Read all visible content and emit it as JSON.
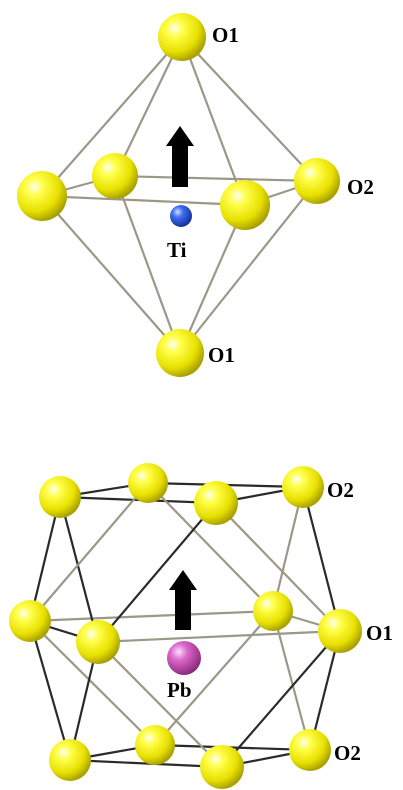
{
  "colors": {
    "oxygen": "#ffff2e",
    "titanium": "#2b5ae8",
    "lead": "#d35ac4",
    "bond_light": "#9c9888",
    "bond_dark": "#2a2a2a",
    "arrow": "#000000"
  },
  "octahedron": {
    "labels": {
      "o1_top": "O1",
      "o2": "O2",
      "ti": "Ti",
      "o1_bottom": "O1"
    }
  },
  "cuboctahedron": {
    "labels": {
      "o2_top": "O2",
      "o1": "O1",
      "pb": "Pb",
      "o2_bottom": "O2"
    }
  }
}
